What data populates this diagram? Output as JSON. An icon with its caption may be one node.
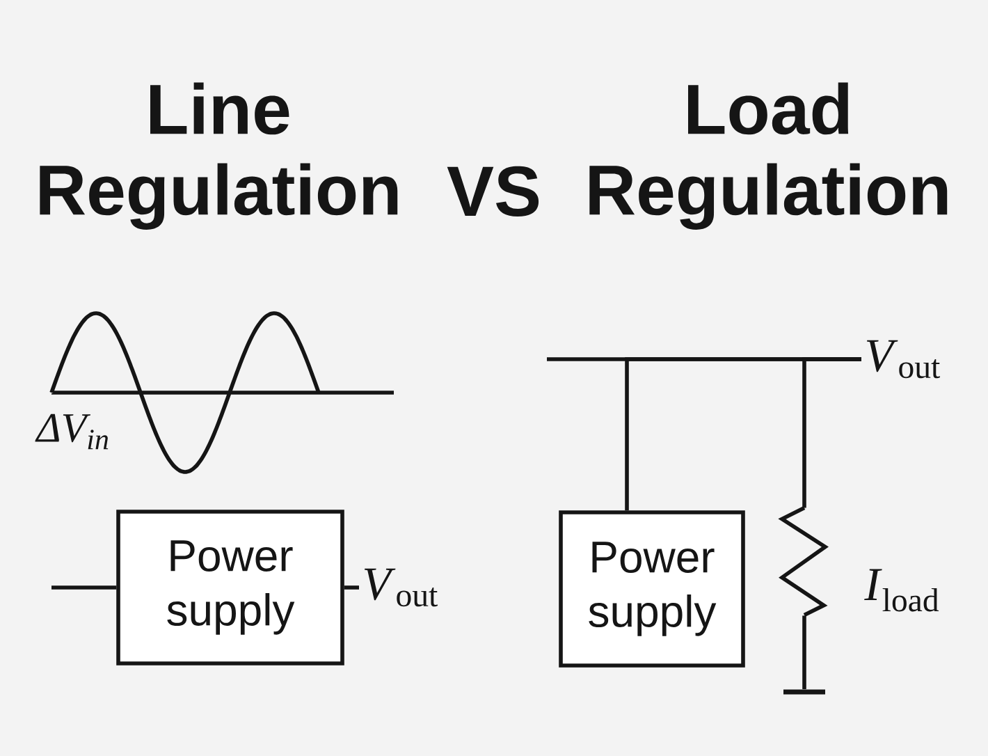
{
  "diagram": {
    "nodes": [
      {
        "text": [
          "Power supply"
        ]
      },
      {
        "text": [
          "*V*$_{out}$"
        ]
      },
      {
        "text": [
          "Power supply"
        ]
      },
      {
        "text": [
          "*V*$_{out}$"
        ]
      },
      {
        "text": [],
        "shape": "resistor",
        "beside": [
          "*I*$_{load}$"
        ]
      },
      {
        "text": [],
        "shape": "bar"
      }
    ],
    "edges": [
      {
        "from": null,
        "to": 0,
        "arrow": "none"
      },
      {
        "from": 0,
        "to": 1,
        "arrow": "none"
      },
      {
        "from": null,
        "to": 3,
        "arrow": "none"
      },
      {
        "from": 2,
        "to": 3,
        "arrow": "none"
      },
      {
        "from": 4,
        "to": 3,
        "arrow": "none"
      },
      {
        "from": 4,
        "to": 5,
        "arrow": "none"
      }
    ],
    "labels": [
      "Line Regulation",
      "VS",
      "Load Regulation",
      "ΔV$_{in}$"
    ]
  }
}
